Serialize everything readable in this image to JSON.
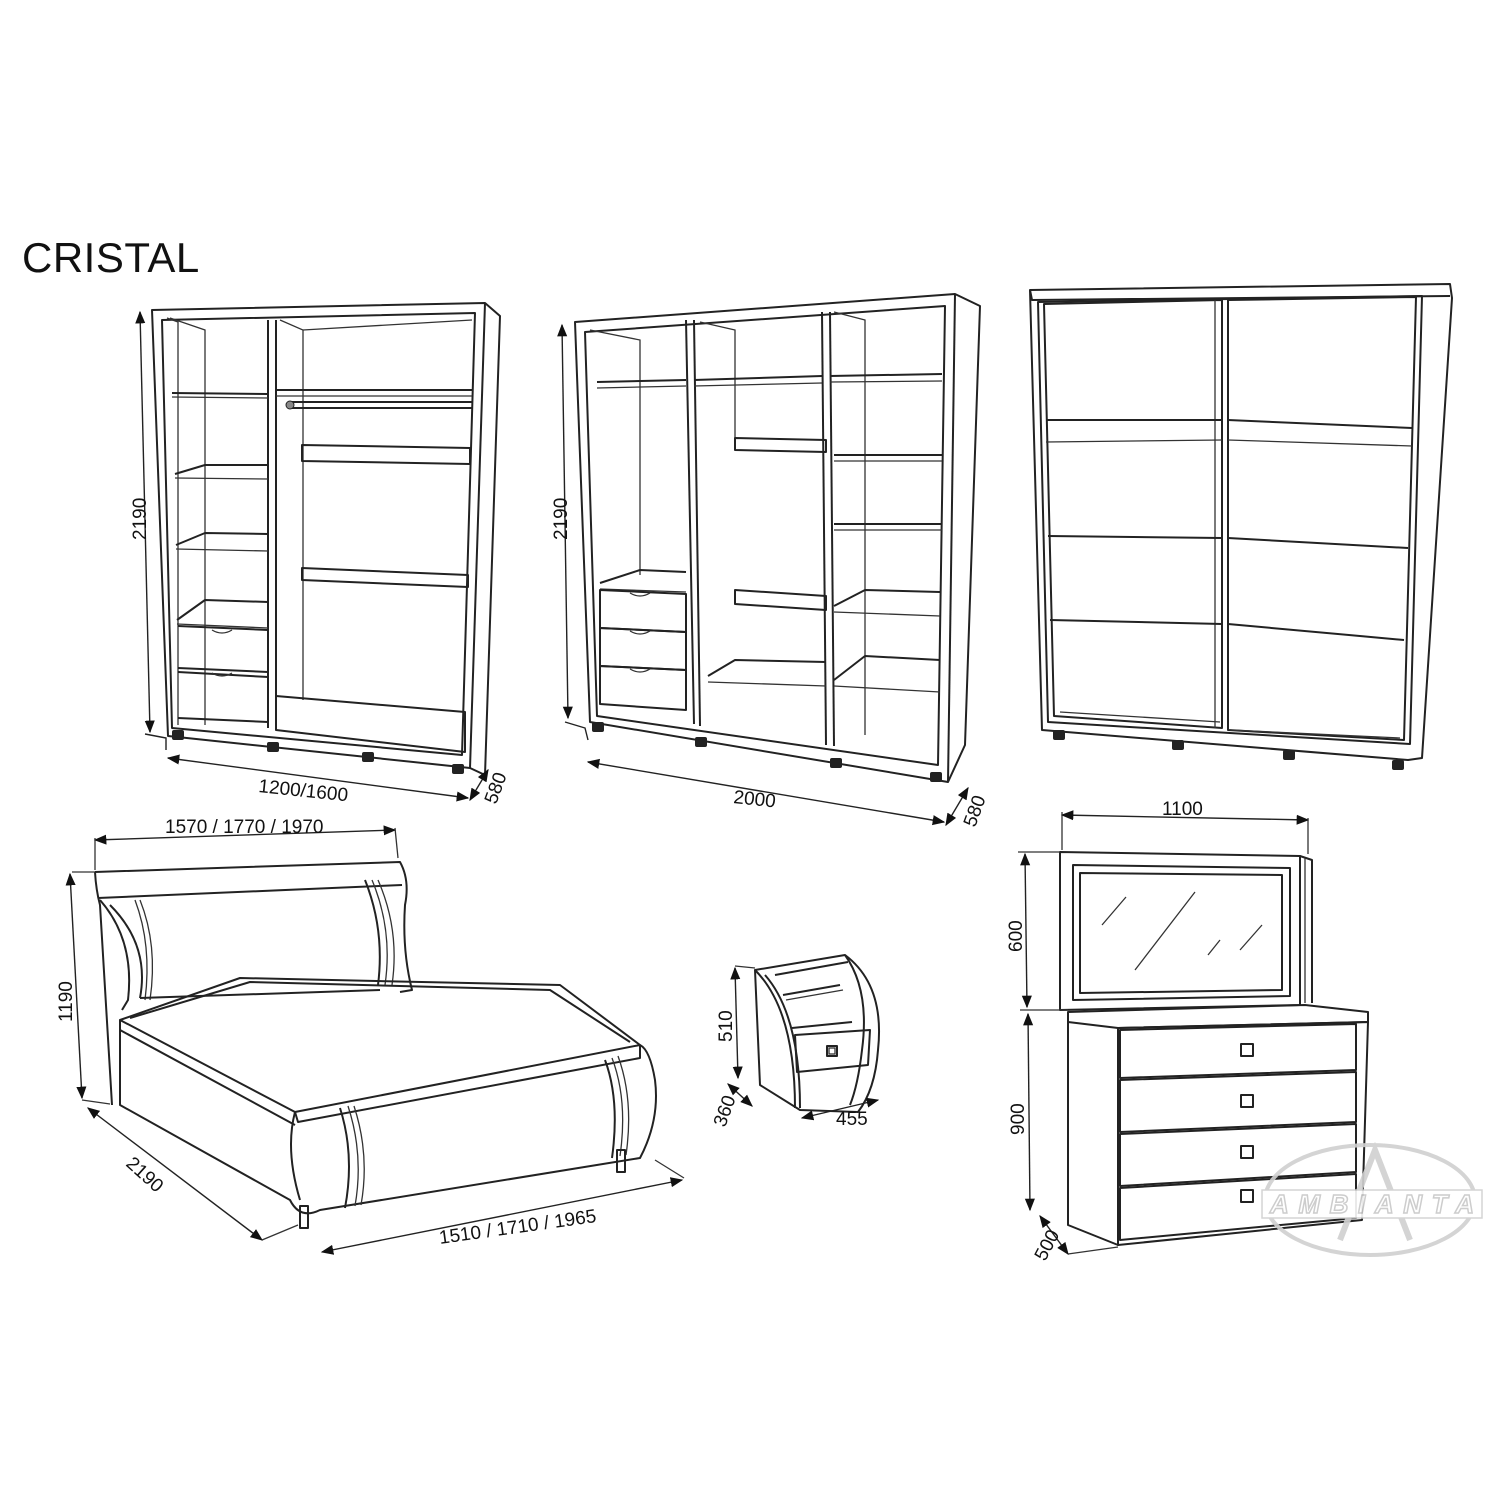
{
  "title": "CRISTAL",
  "products": {
    "wardrobe_2door": {
      "height": "2190",
      "width": "1200/1600",
      "depth": "580"
    },
    "wardrobe_3door": {
      "height": "2190",
      "width": "2000",
      "depth": "580"
    },
    "wardrobe_sliding": {},
    "bed": {
      "headboard_width": "1570 / 1770 / 1970",
      "height": "1190",
      "length": "2190",
      "width": "1510 / 1710 / 1965"
    },
    "nightstand": {
      "height": "510",
      "depth": "360",
      "width": "455"
    },
    "dresser": {
      "width": "1100",
      "mirror_height": "600",
      "height": "900",
      "depth": "500"
    }
  },
  "logo": {
    "text": "AMBIANTA"
  },
  "colors": {
    "line": "#222222",
    "background": "#ffffff",
    "logo": "#c8c8c8"
  }
}
